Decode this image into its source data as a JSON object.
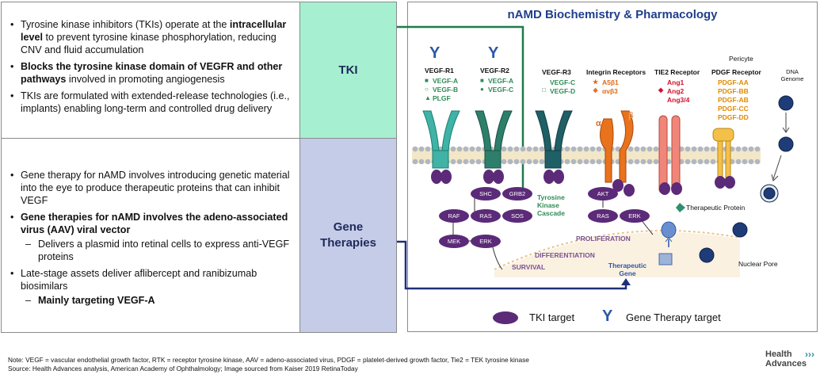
{
  "left": {
    "tki_block": {
      "b1_pre": "Tyrosine kinase inhibitors (TKIs) operate at the ",
      "b1_bold": "intracellular level",
      "b1_post": " to prevent tyrosine kinase phosphorylation, reducing CNV and fluid accumulation",
      "b2_bold": "Blocks the tyrosine kinase domain of VEGFR and other pathways",
      "b2_post": " involved in promoting angiogenesis",
      "b3": "TKIs are formulated with extended-release technologies (i.e., implants) enabling long-term and controlled drug delivery",
      "label": "TKI"
    },
    "gene_block": {
      "b1": "Gene therapy for nAMD involves introducing genetic material into the eye to produce therapeutic proteins that can inhibit VEGF",
      "b2_bold": "Gene therapies for nAMD involves the adeno-associated virus (AAV) viral vector",
      "b2_sub": "Delivers a plasmid into retinal cells to express anti-VEGF proteins",
      "b3": "Late-stage assets deliver aflibercept and ranibizumab biosimilars",
      "b3_sub": "Mainly targeting VEGF-A",
      "label": "Gene Therapies"
    }
  },
  "diagram": {
    "title": "nAMD Biochemistry & Pharmacology",
    "receptors": {
      "vegfr1": {
        "name": "VEGF-R1",
        "ligands": [
          "VEGF-A",
          "VEGF-B",
          "PLGF"
        ]
      },
      "vegfr2": {
        "name": "VEGF-R2",
        "ligands": [
          "VEGF-A",
          "VEGF-C"
        ]
      },
      "vegfr3": {
        "name": "VEGF-R3",
        "ligands": [
          "VEGF-C",
          "VEGF-D"
        ]
      },
      "integrin": {
        "name": "Integrin Receptors",
        "ligands": [
          "A5β1",
          "αvβ3"
        ],
        "alpha": "α",
        "beta": "β"
      },
      "tie2": {
        "name": "TIE2 Receptor",
        "ligands": [
          "Ang1",
          "Ang2",
          "Ang3/4"
        ]
      },
      "pdgf": {
        "name": "PDGF Receptor",
        "pericyte": "Pericyte",
        "ligands": [
          "PDGF-AA",
          "PDGF-BB",
          "PDGF-AB",
          "PDGF-CC",
          "PDGF-DD"
        ]
      }
    },
    "dna_genome": "DNA Genome",
    "nodes": {
      "shc": "SHC",
      "grb2": "GRB2",
      "raf": "RAF",
      "ras1": "RAS",
      "sos": "SOS",
      "mek": "MEK",
      "erk1": "ERK",
      "akt": "AKT",
      "ras2": "RAS",
      "erk2": "ERK"
    },
    "cascade": "Tyrosine Kinase Cascade",
    "proliferation": "PROLIFERATION",
    "differentiation": "DIFFERENTIATION",
    "survival": "SURVIVAL",
    "therapeutic_gene": "Therapeutic Gene",
    "therapeutic_protein": "Therapeutic Protein",
    "nuclear_pore": "Nuclear Pore",
    "legend": {
      "tki": "TKI target",
      "gene": "Gene Therapy target"
    },
    "colors": {
      "tki_purple": "#5b2a78",
      "gene_blue": "#2b58a8",
      "title_blue": "#1f3e8c",
      "green": "#2e8b57",
      "red": "#d0122b",
      "orange": "#e08a00"
    }
  },
  "footer": {
    "note": "Note:  VEGF = vascular endothelial growth factor, RTK = receptor tyrosine kinase, AAV = adeno-associated virus, PDGF = platelet-derived growth factor, Tie2 = TEK tyrosine kinase",
    "source": "Source:  Health Advances analysis, American Academy of Ophthalmology; Image sourced from Kaiser 2019 RetinaToday",
    "logo_line1": "Health",
    "logo_line2": "Advances"
  }
}
